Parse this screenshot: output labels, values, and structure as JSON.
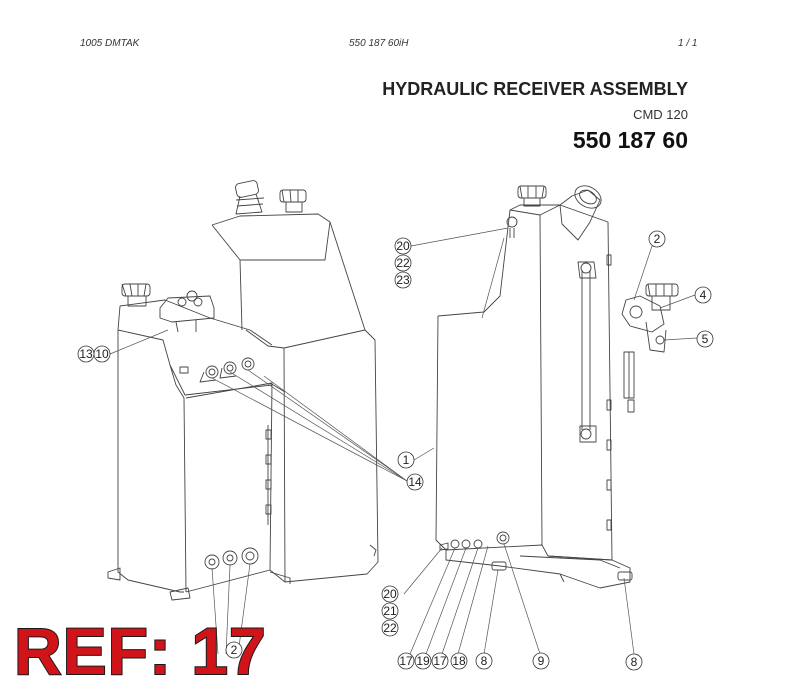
{
  "header": {
    "left": "1005   DMTAK",
    "center": "550 187 60iH",
    "right": "1 /   1"
  },
  "title": {
    "main": "HYDRAULIC RECEIVER ASSEMBLY",
    "model": "CMD 120",
    "part_number": "550 187 60"
  },
  "callouts": {
    "c20a": "20",
    "c22a": "22",
    "c23": "23",
    "c2a": "2",
    "c4": "4",
    "c5": "5",
    "c13": "13",
    "c10": "10",
    "c1": "1",
    "c14": "14",
    "c20b": "20",
    "c21": "21",
    "c22b": "22",
    "c17a": "17",
    "c19": "19",
    "c17b": "17",
    "c18": "18",
    "c8a": "8",
    "c9": "9",
    "c8b": "8",
    "c2b": "2"
  },
  "ref_stamp": "REF: 17"
}
